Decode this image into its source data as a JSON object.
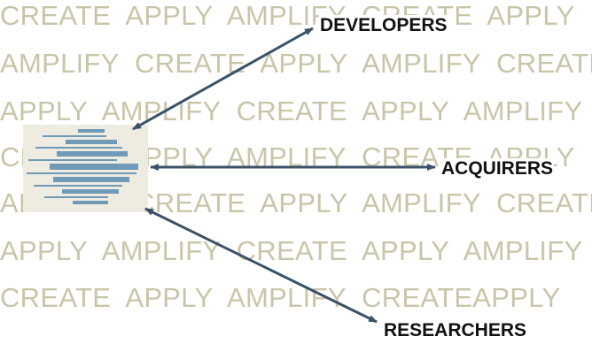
{
  "background_text": {
    "rows": [
      "CREATE  APPLY  AMPLIFY  CREATE  APPLY",
      "AMPLIFY  CREATE  APPLY  AMPLIFY  CREATE",
      "APPLY  AMPLIFY  CREATE  APPLY  AMPLIFY",
      "CREATE  APPLY  AMPLIFY  CREATE  APPLY",
      "AMPLIFY  CREATE  APPLY  AMPLIFY  CREATE",
      "APPLY  AMPLIFY  CREATE  APPLY  AMPLIFY",
      "CREATE  APPLY  AMPLIFY  CREATEAPPLY"
    ],
    "color": "#c9c5a8"
  },
  "labels": {
    "developers": "DEVELOPERS",
    "acquirers": "ACQUIRERS",
    "researchers": "RESEARCHERS"
  },
  "colors": {
    "arrow": "#3a5168",
    "logo_stripes": "#6f9ab8",
    "logo_bg": "#eeebe1"
  }
}
